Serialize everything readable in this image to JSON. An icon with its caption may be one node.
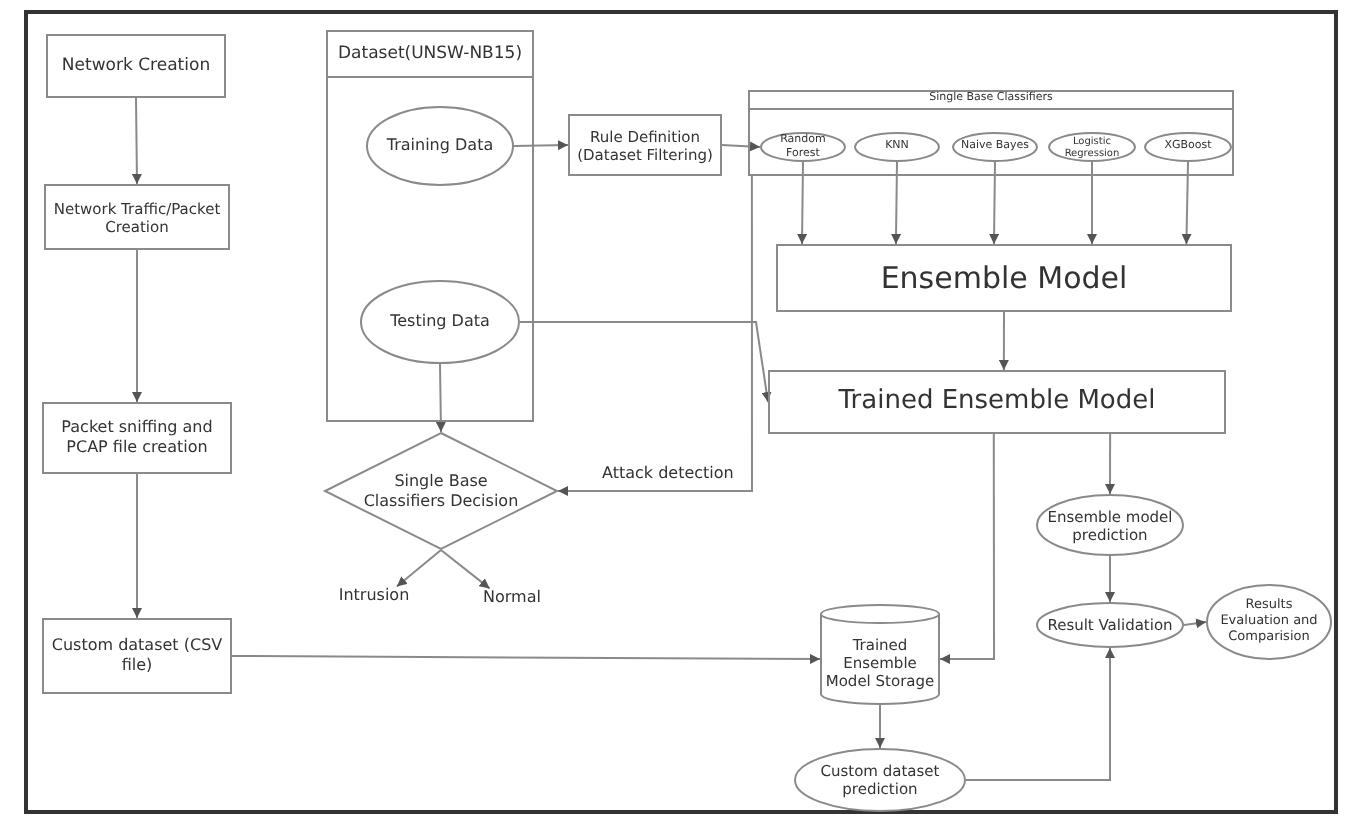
{
  "diagram": {
    "nodes": [
      {
        "text": [
          "Network Creation"
        ]
      },
      {
        "text": [
          "Network Traffic/Packet Creation"
        ]
      },
      {
        "text": [
          "Packet sniffing and PCAP file creation"
        ]
      },
      {
        "text": [
          "Custom dataset (CSV file)"
        ]
      },
      {
        "text": [
          "Dataset(UNSW-NB15)"
        ]
      },
      {
        "text": [
          "Training Data"
        ],
        "in": 4
      },
      {
        "text": [
          "Testing Data"
        ],
        "in": 4
      },
      {
        "text": [
          "Rule Definition (Dataset Filtering)"
        ]
      },
      {
        "text": [
          "Single Base Classifiers"
        ]
      },
      {
        "text": [
          "Random Forest"
        ],
        "in": 8
      },
      {
        "text": [
          "KNN"
        ],
        "in": 8
      },
      {
        "text": [
          "Naive Bayes"
        ],
        "in": 8
      },
      {
        "text": [
          "Logistic Regression"
        ],
        "in": 8
      },
      {
        "text": [
          "XGBoost"
        ],
        "in": 8
      },
      {
        "text": [
          "Ensemble Model"
        ]
      },
      {
        "text": [
          "Trained Ensemble Model"
        ]
      },
      {
        "text": [
          "Single Base Classifiers Decision"
        ]
      },
      {
        "text": [
          "Intrusion"
        ]
      },
      {
        "text": [
          "Normal"
        ]
      },
      {
        "text": [
          "Trained Ensemble Model Storage"
        ]
      },
      {
        "text": [
          "Ensemble model prediction"
        ]
      },
      {
        "text": [
          "Result Validation"
        ]
      },
      {
        "text": [
          "Results Evaluation and Comparision"
        ]
      },
      {
        "text": [
          "Custom dataset prediction"
        ]
      }
    ],
    "edges": [
      {
        "from": 0,
        "to": 1,
        "arrow": "to"
      },
      {
        "from": 1,
        "to": 2,
        "arrow": "to"
      },
      {
        "from": 2,
        "to": 3,
        "arrow": "to"
      },
      {
        "from": 5,
        "to": 7,
        "arrow": "to"
      },
      {
        "from": 7,
        "to": 9,
        "arrow": "to"
      },
      {
        "from": 9,
        "to": 14,
        "arrow": "to"
      },
      {
        "from": 10,
        "to": 14,
        "arrow": "to"
      },
      {
        "from": 11,
        "to": 14,
        "arrow": "to"
      },
      {
        "from": 12,
        "to": 14,
        "arrow": "to"
      },
      {
        "from": 13,
        "to": 14,
        "arrow": "to"
      },
      {
        "from": 14,
        "to": 15,
        "arrow": "to"
      },
      {
        "from": 6,
        "to": 15,
        "arrow": "to"
      },
      {
        "from": 6,
        "to": 16,
        "arrow": "to"
      },
      {
        "from": 8,
        "to": 16,
        "label": "Attack detection",
        "arrow": "to"
      },
      {
        "from": 16,
        "to": 17,
        "arrow": "to"
      },
      {
        "from": 16,
        "to": 18,
        "arrow": "to"
      },
      {
        "from": 3,
        "to": 19,
        "arrow": "to"
      },
      {
        "from": 15,
        "to": 19,
        "arrow": "to"
      },
      {
        "from": 15,
        "to": 20,
        "arrow": "to"
      },
      {
        "from": 20,
        "to": 21,
        "arrow": "to"
      },
      {
        "from": 21,
        "to": 22,
        "arrow": "to"
      },
      {
        "from": 19,
        "to": 23,
        "arrow": "to"
      },
      {
        "from": 23,
        "to": 21,
        "arrow": "to"
      }
    ]
  }
}
